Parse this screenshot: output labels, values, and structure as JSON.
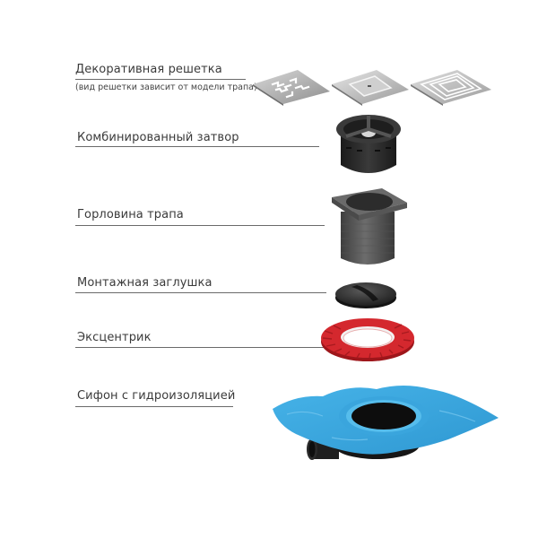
{
  "diagram": {
    "type": "exploded-view",
    "subject": "shower drain assembly",
    "components": [
      {
        "id": "grate",
        "label": "Декоративная  решетка",
        "note": "(вид решетки зависит от модели трапа)",
        "variants": [
          "ornamental-pattern-grate",
          "square-slot-grate",
          "concentric-rectangles-grate"
        ],
        "color": "#b8b8b8"
      },
      {
        "id": "trap",
        "label": "Комбинированный затвор",
        "color": "#2b2b2b"
      },
      {
        "id": "neck",
        "label": "Горловина трапа",
        "color": "#4a4a4a"
      },
      {
        "id": "plug",
        "label": "Монтажная заглушка",
        "color": "#2a2a2a"
      },
      {
        "id": "eccentric",
        "label": "Эксцентрик",
        "color": "#d12a2f"
      },
      {
        "id": "siphon",
        "label": "Сифон с гидроизоляцией",
        "color": "#3fa9e0",
        "pipe_color": "#1c1c1c"
      }
    ]
  }
}
